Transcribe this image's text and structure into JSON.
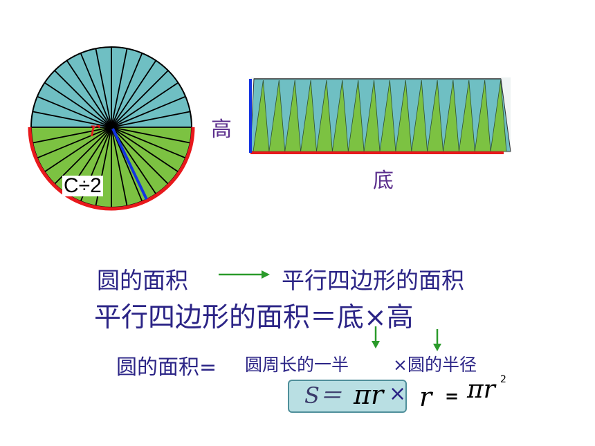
{
  "figure": {
    "radius_label": "r",
    "half_circumference_label": "C÷2",
    "height_label": "高",
    "base_label": "底",
    "colors": {
      "upper_sectors": "#6fbfc3",
      "lower_sectors": "#7cc242",
      "arc_highlight": "#e8191c",
      "radius_line": "#1434e0",
      "height_line": "#1434e0",
      "base_line": "#e8191c"
    },
    "sector_count": 32
  },
  "text": {
    "row1_left": "圆的面积",
    "row1_right": "平行四边形的面积",
    "row2": "平行四边形的面积＝底×高",
    "row3_label": "圆的面积=",
    "row3_part1": "圆周长的一半",
    "row3_part2": "×圆的半径"
  },
  "formula": {
    "s_eq": "S＝",
    "pi_r": "πr",
    "times": "×",
    "r": "r",
    "equals": "=",
    "pi_r2": "πr",
    "exponent": "2"
  }
}
